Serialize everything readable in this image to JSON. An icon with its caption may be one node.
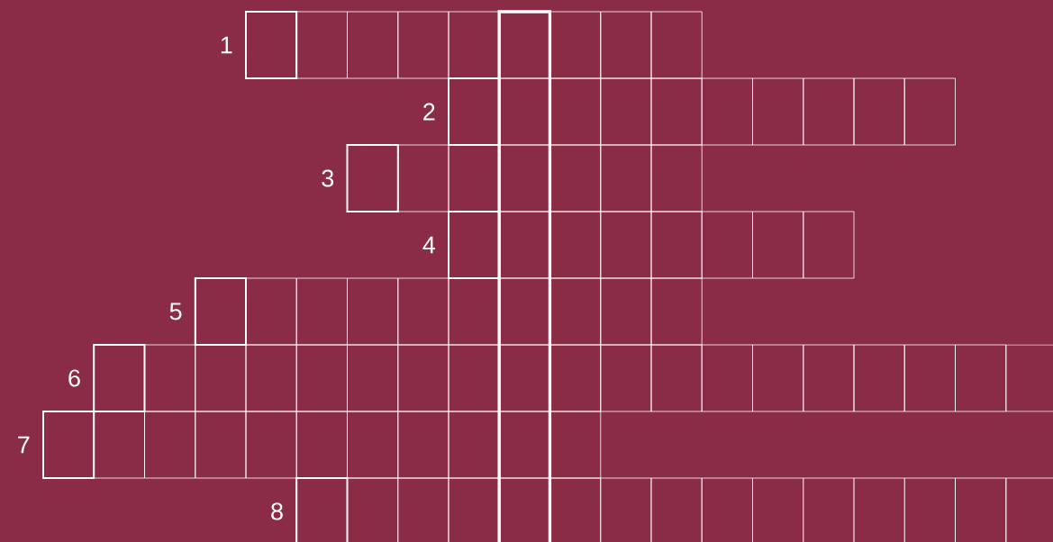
{
  "diagram": {
    "labels": [
      "1",
      "2",
      "3",
      "4",
      "5",
      "6",
      "7",
      "8"
    ]
  }
}
